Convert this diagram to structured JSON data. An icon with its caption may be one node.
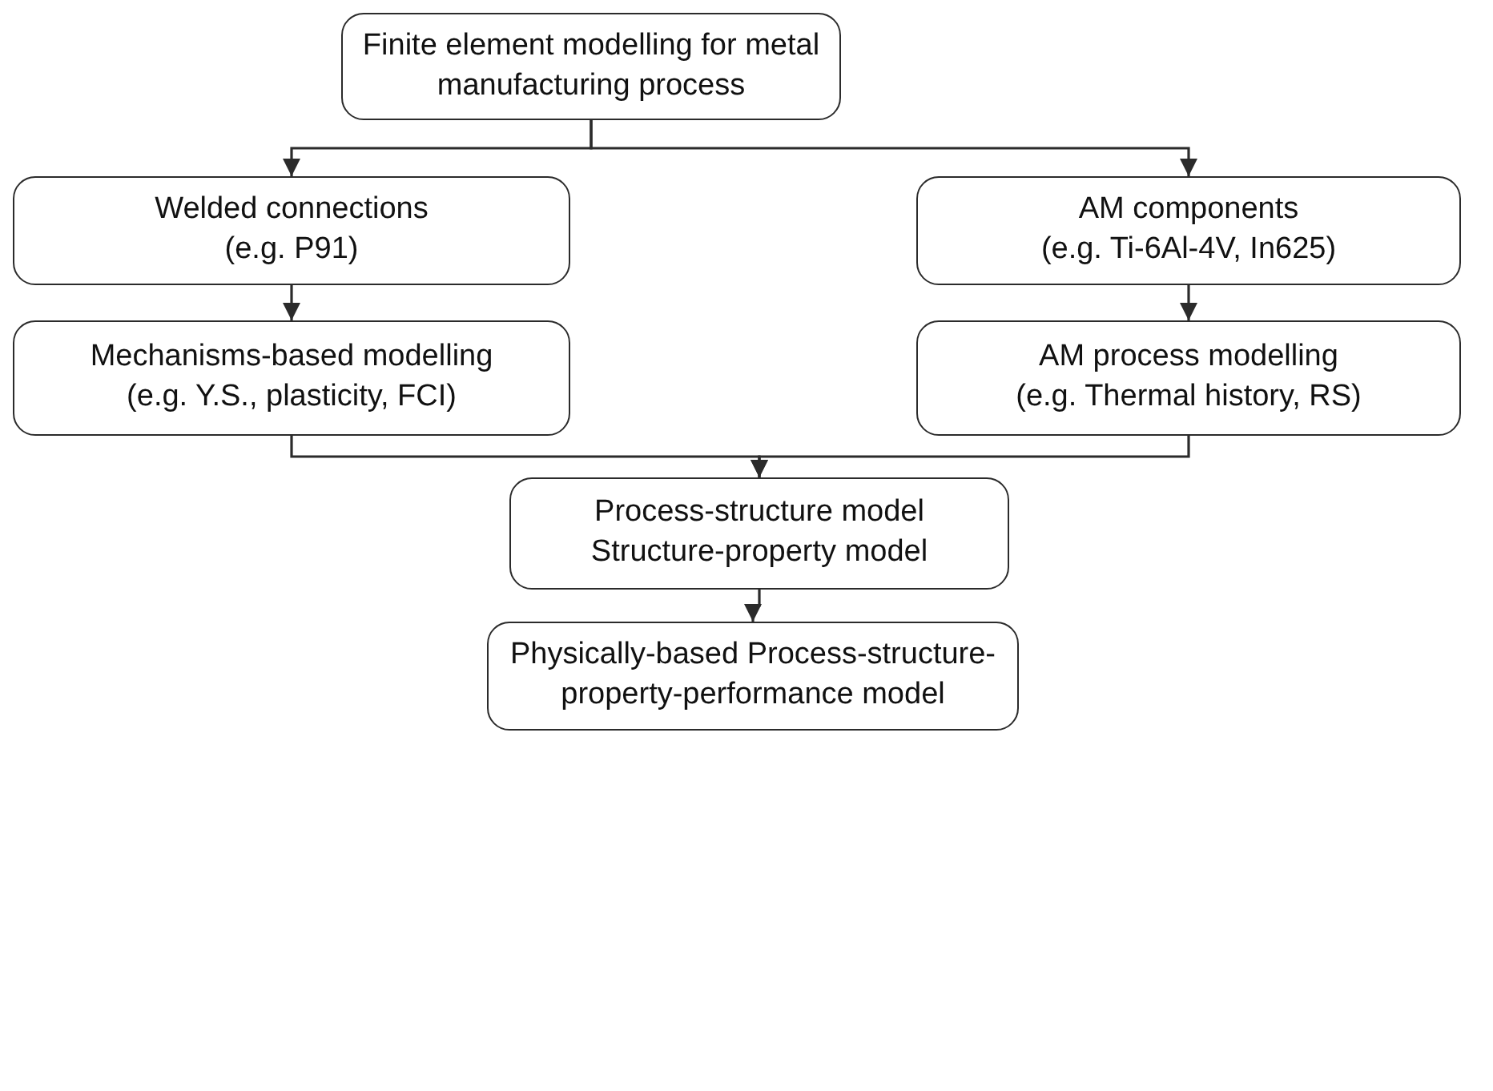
{
  "diagram": {
    "nodes": [
      {
        "text": [
          "Finite element modelling for metal manufacturing process"
        ]
      },
      {
        "text": [
          "Welded connections",
          "(e.g. P91)"
        ]
      },
      {
        "text": [
          "AM components",
          "(e.g. Ti-6Al-4V, In625)"
        ]
      },
      {
        "text": [
          "Mechanisms-based modelling",
          "(e.g. Y.S., plasticity, FCI)"
        ]
      },
      {
        "text": [
          "AM process modelling",
          "(e.g. Thermal history, RS)"
        ]
      },
      {
        "text": [
          "Process-structure model",
          "Structure-property model"
        ]
      },
      {
        "text": [
          "Physically-based Process-structure-property-performance model"
        ]
      }
    ],
    "edges": [
      {
        "from": 0,
        "to": 1,
        "arrow": "to"
      },
      {
        "from": 0,
        "to": 2,
        "arrow": "to"
      },
      {
        "from": 1,
        "to": 3,
        "arrow": "to"
      },
      {
        "from": 2,
        "to": 4,
        "arrow": "to"
      },
      {
        "from": 3,
        "to": 5,
        "arrow": "to"
      },
      {
        "from": 4,
        "to": 5,
        "arrow": "to"
      },
      {
        "from": 5,
        "to": 6,
        "arrow": "to"
      }
    ]
  }
}
